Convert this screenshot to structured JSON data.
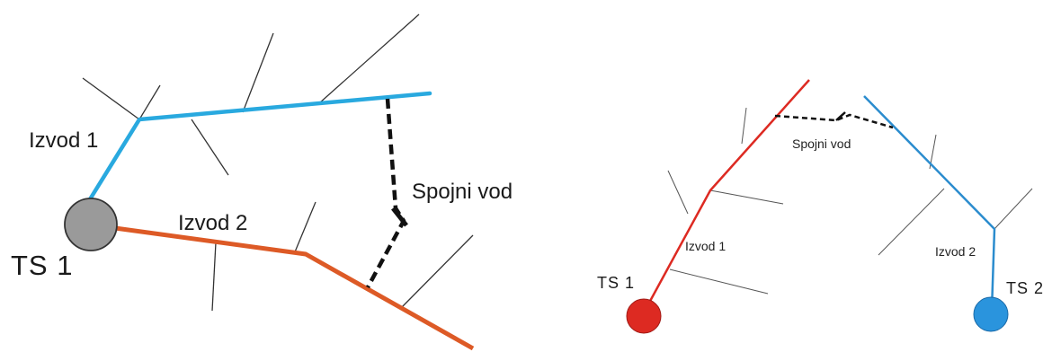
{
  "colors": {
    "feeder1_left": "#29a9df",
    "feeder2_left": "#dd5a26",
    "ts1_left_fill": "#9a9a9a",
    "feeder1_right": "#dd2a22",
    "feeder2_right": "#2b8cce",
    "ts1_right_fill": "#dd2a22",
    "ts2_right_fill": "#2a94dd",
    "branch": "#333333",
    "tie_line": "#111111"
  },
  "left_diagram": {
    "feeder1_label": "Izvod 1",
    "feeder2_label": "Izvod 2",
    "tie_line_label": "Spojni vod",
    "substation_label": "TS 1"
  },
  "right_diagram": {
    "feeder1_label": "Izvod 1",
    "feeder2_label": "Izvod 2",
    "tie_line_label": "Spojni vod",
    "substation1_label": "TS 1",
    "substation2_label": "TS 2"
  }
}
